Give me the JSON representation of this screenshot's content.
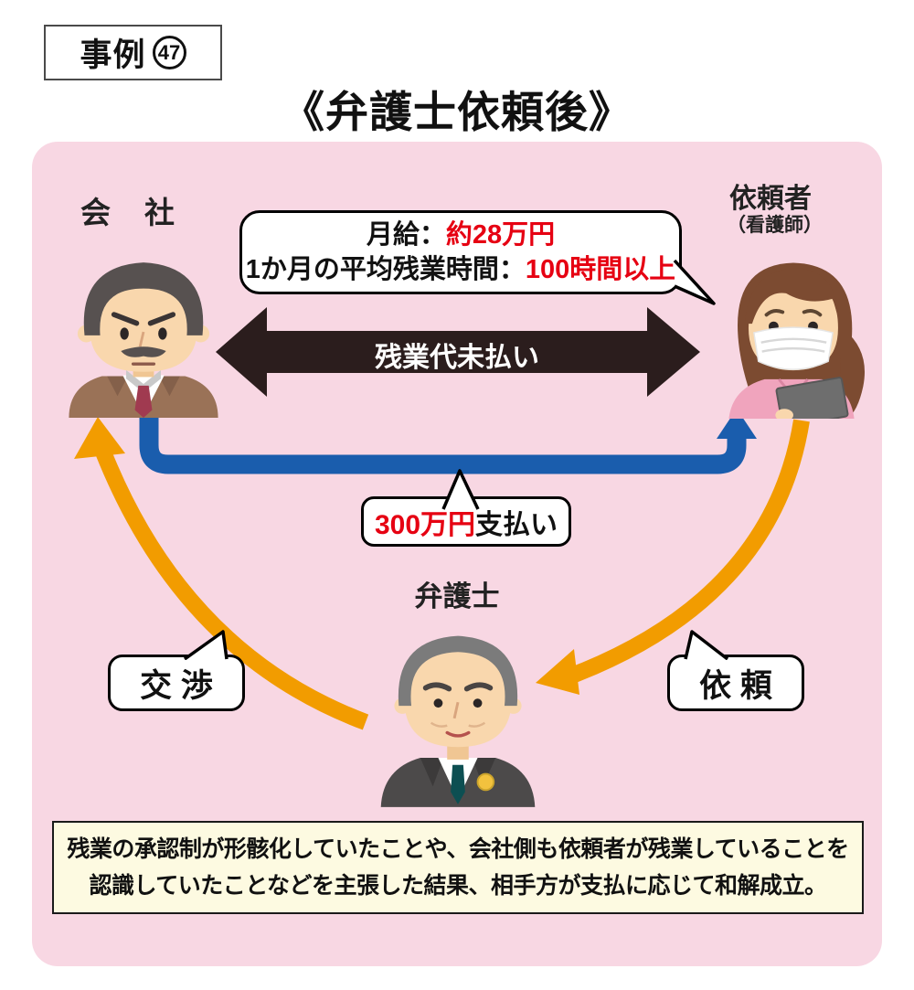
{
  "case_badge": {
    "prefix": "事例",
    "number": "47"
  },
  "title": "《弁護士依頼後》",
  "actors": {
    "company": {
      "label": "会　社"
    },
    "client": {
      "label": "依頼者",
      "sublabel": "（看護師）"
    },
    "lawyer": {
      "label": "弁護士"
    }
  },
  "bubbles": {
    "salary": {
      "line1_black": "月給：",
      "line1_red": "約28万円",
      "line2_black": "1か月の平均残業時間：",
      "line2_red": "100時間以上"
    },
    "payment": {
      "red": "300万円",
      "black": "支払い"
    },
    "negotiation": "交 渉",
    "request": "依 頼"
  },
  "arrows": {
    "unpaid_label": "残業代未払い"
  },
  "footer": {
    "line1": "残業の承認制が形骸化していたことや、会社側も依頼者が残業していることを",
    "line2": "認識していたことなどを主張した結果、相手方が支払に応じて和解成立。"
  },
  "colors": {
    "panel_pink": "#f8d7e3",
    "arrow_black": "#2b1d1d",
    "arrow_blue": "#1a5dad",
    "arrow_orange": "#f29c00",
    "accent_red": "#e60012",
    "footer_bg": "#fdfae1"
  }
}
